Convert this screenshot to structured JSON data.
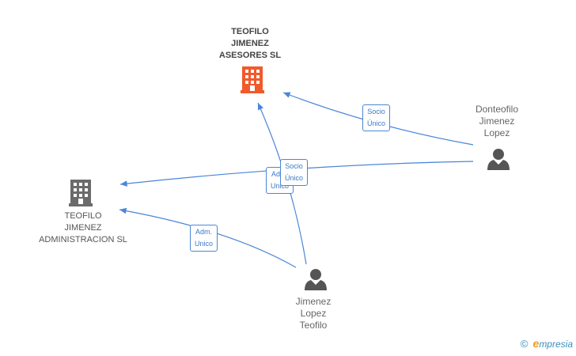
{
  "nodes": {
    "teofilo_asesores": {
      "lines": [
        "TEOFILO",
        "JIMENEZ",
        "ASESORES SL"
      ],
      "type": "company",
      "color": "#f15a2b"
    },
    "teofilo_administracion": {
      "lines": [
        "TEOFILO",
        "JIMENEZ",
        "ADMINISTRACION SL"
      ],
      "type": "company",
      "color": "#666666"
    },
    "donteofilo": {
      "lines": [
        "Donteofilo",
        "Jimenez",
        "Lopez"
      ],
      "type": "person",
      "color": "#555555"
    },
    "jimenez_lopez": {
      "lines": [
        "Jimenez",
        "Lopez",
        "Teofilo"
      ],
      "type": "person",
      "color": "#555555"
    }
  },
  "edges": [
    {
      "from": "donteofilo",
      "to": "teofilo_asesores",
      "label": [
        "Socio",
        "Único"
      ]
    },
    {
      "from": "donteofilo",
      "to": "teofilo_administracion",
      "label": [
        "Socio",
        "Único"
      ]
    },
    {
      "from": "jimenez_lopez",
      "to": "teofilo_asesores",
      "label": [
        "Adm.",
        "Unico"
      ]
    },
    {
      "from": "jimenez_lopez",
      "to": "teofilo_administracion",
      "label": [
        "Adm.",
        "Unico"
      ]
    }
  ],
  "edge_color": "#4a86d8",
  "brand": {
    "copyright": "©",
    "e": "e",
    "rest": "mpresia"
  }
}
